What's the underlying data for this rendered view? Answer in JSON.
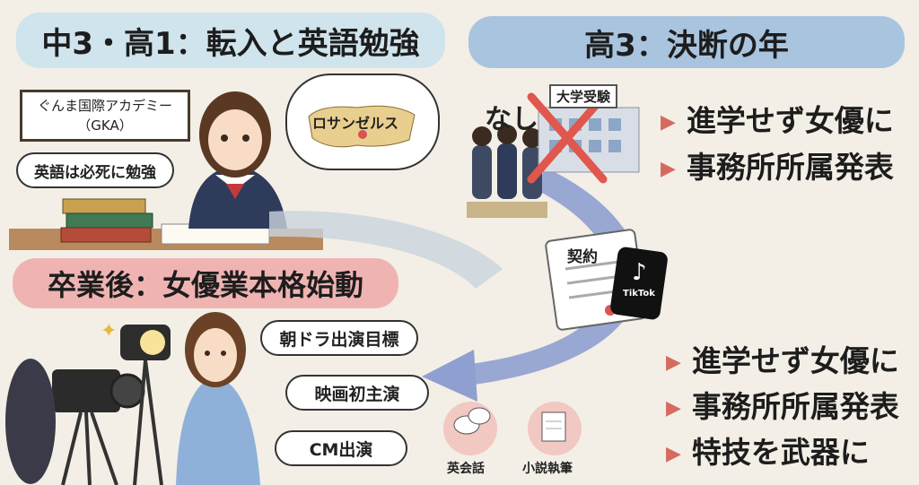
{
  "section1": {
    "title": "中3・高1：転入と英語勉強",
    "school_sign_line1": "ぐんま国際アカデミー",
    "school_sign_line2": "（GKA）",
    "speech": "英語は必死に勉強",
    "thought": "ロサンゼルス"
  },
  "section2": {
    "title": "高3：決断の年",
    "none_label": "なし",
    "exam_label": "大学受験",
    "bullets": [
      "進学せず女優に",
      "事務所所属発表"
    ]
  },
  "middle": {
    "contract_label": "契約",
    "app_label": "TikTok",
    "bullets": [
      "進学せず女優に",
      "事務所所属発表",
      "特技を武器に"
    ]
  },
  "section3": {
    "title": "卒業後：女優業本格始動",
    "goals": [
      "朝ドラ出演目標",
      "映画初主演",
      "CM出演"
    ],
    "skills": [
      "英会話",
      "小説執筆"
    ]
  },
  "colors": {
    "banner1": "#cfe4ec",
    "banner2": "#a9c4df",
    "banner3": "#efb4b2",
    "bullet_marker": "#d66a60",
    "arrow": "#8f9fd0"
  }
}
